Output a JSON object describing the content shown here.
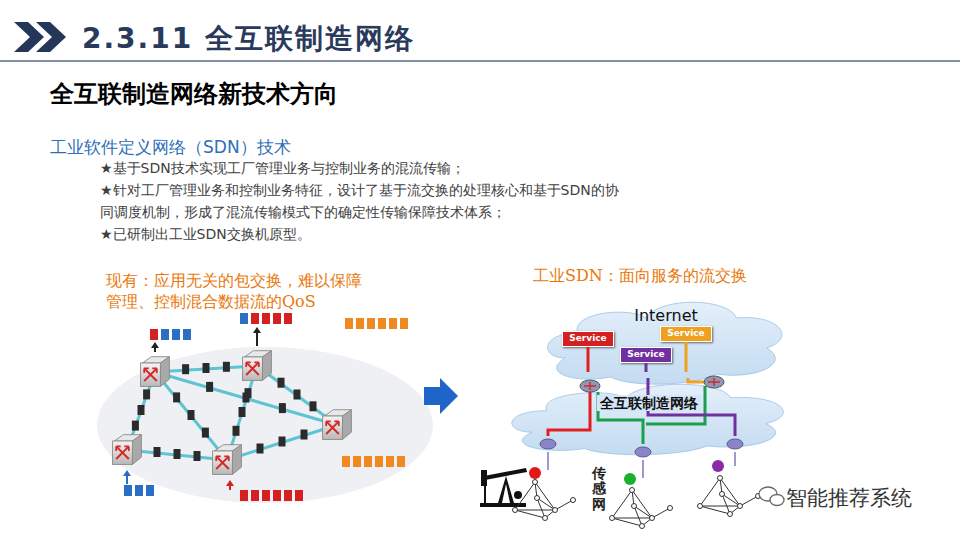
{
  "diagram": {
    "title": "2.3.11 全互联制造网络",
    "nodes": [
      {
        "text": [
          "Internet"
        ]
      },
      {
        "text": [
          "Service"
        ],
        "in": 0
      },
      {
        "text": [
          "Service"
        ],
        "in": 0
      },
      {
        "text": [
          "Service"
        ],
        "in": 0
      },
      {
        "text": [
          "全互联制造网络"
        ]
      }
    ],
    "edges": [
      {
        "from": 1,
        "to": 4,
        "arrow": "none"
      },
      {
        "from": 2,
        "to": 4,
        "arrow": "none"
      },
      {
        "from": 3,
        "to": 4,
        "arrow": "none"
      }
    ],
    "labels": [
      "全互联制造网络新技术方向",
      "工业软件定义网络（SDN）技术",
      "★基于SDN技术实现工厂管理业务与控制业务的混流传输；",
      "★针对工厂管理业务和控制业务特征，设计了基于流交换的处理核心和基于SDN的协同调度机制，形成了混流传输模式下的确定性传输保障技术体系；",
      "★已研制出工业SDN交换机原型。",
      "现有：应用无关的包交换，难以保障 管理、控制混合数据流的QoS",
      "工业SDN：面向服务的流交换",
      "传感网",
      "智能推荐系统"
    ]
  }
}
